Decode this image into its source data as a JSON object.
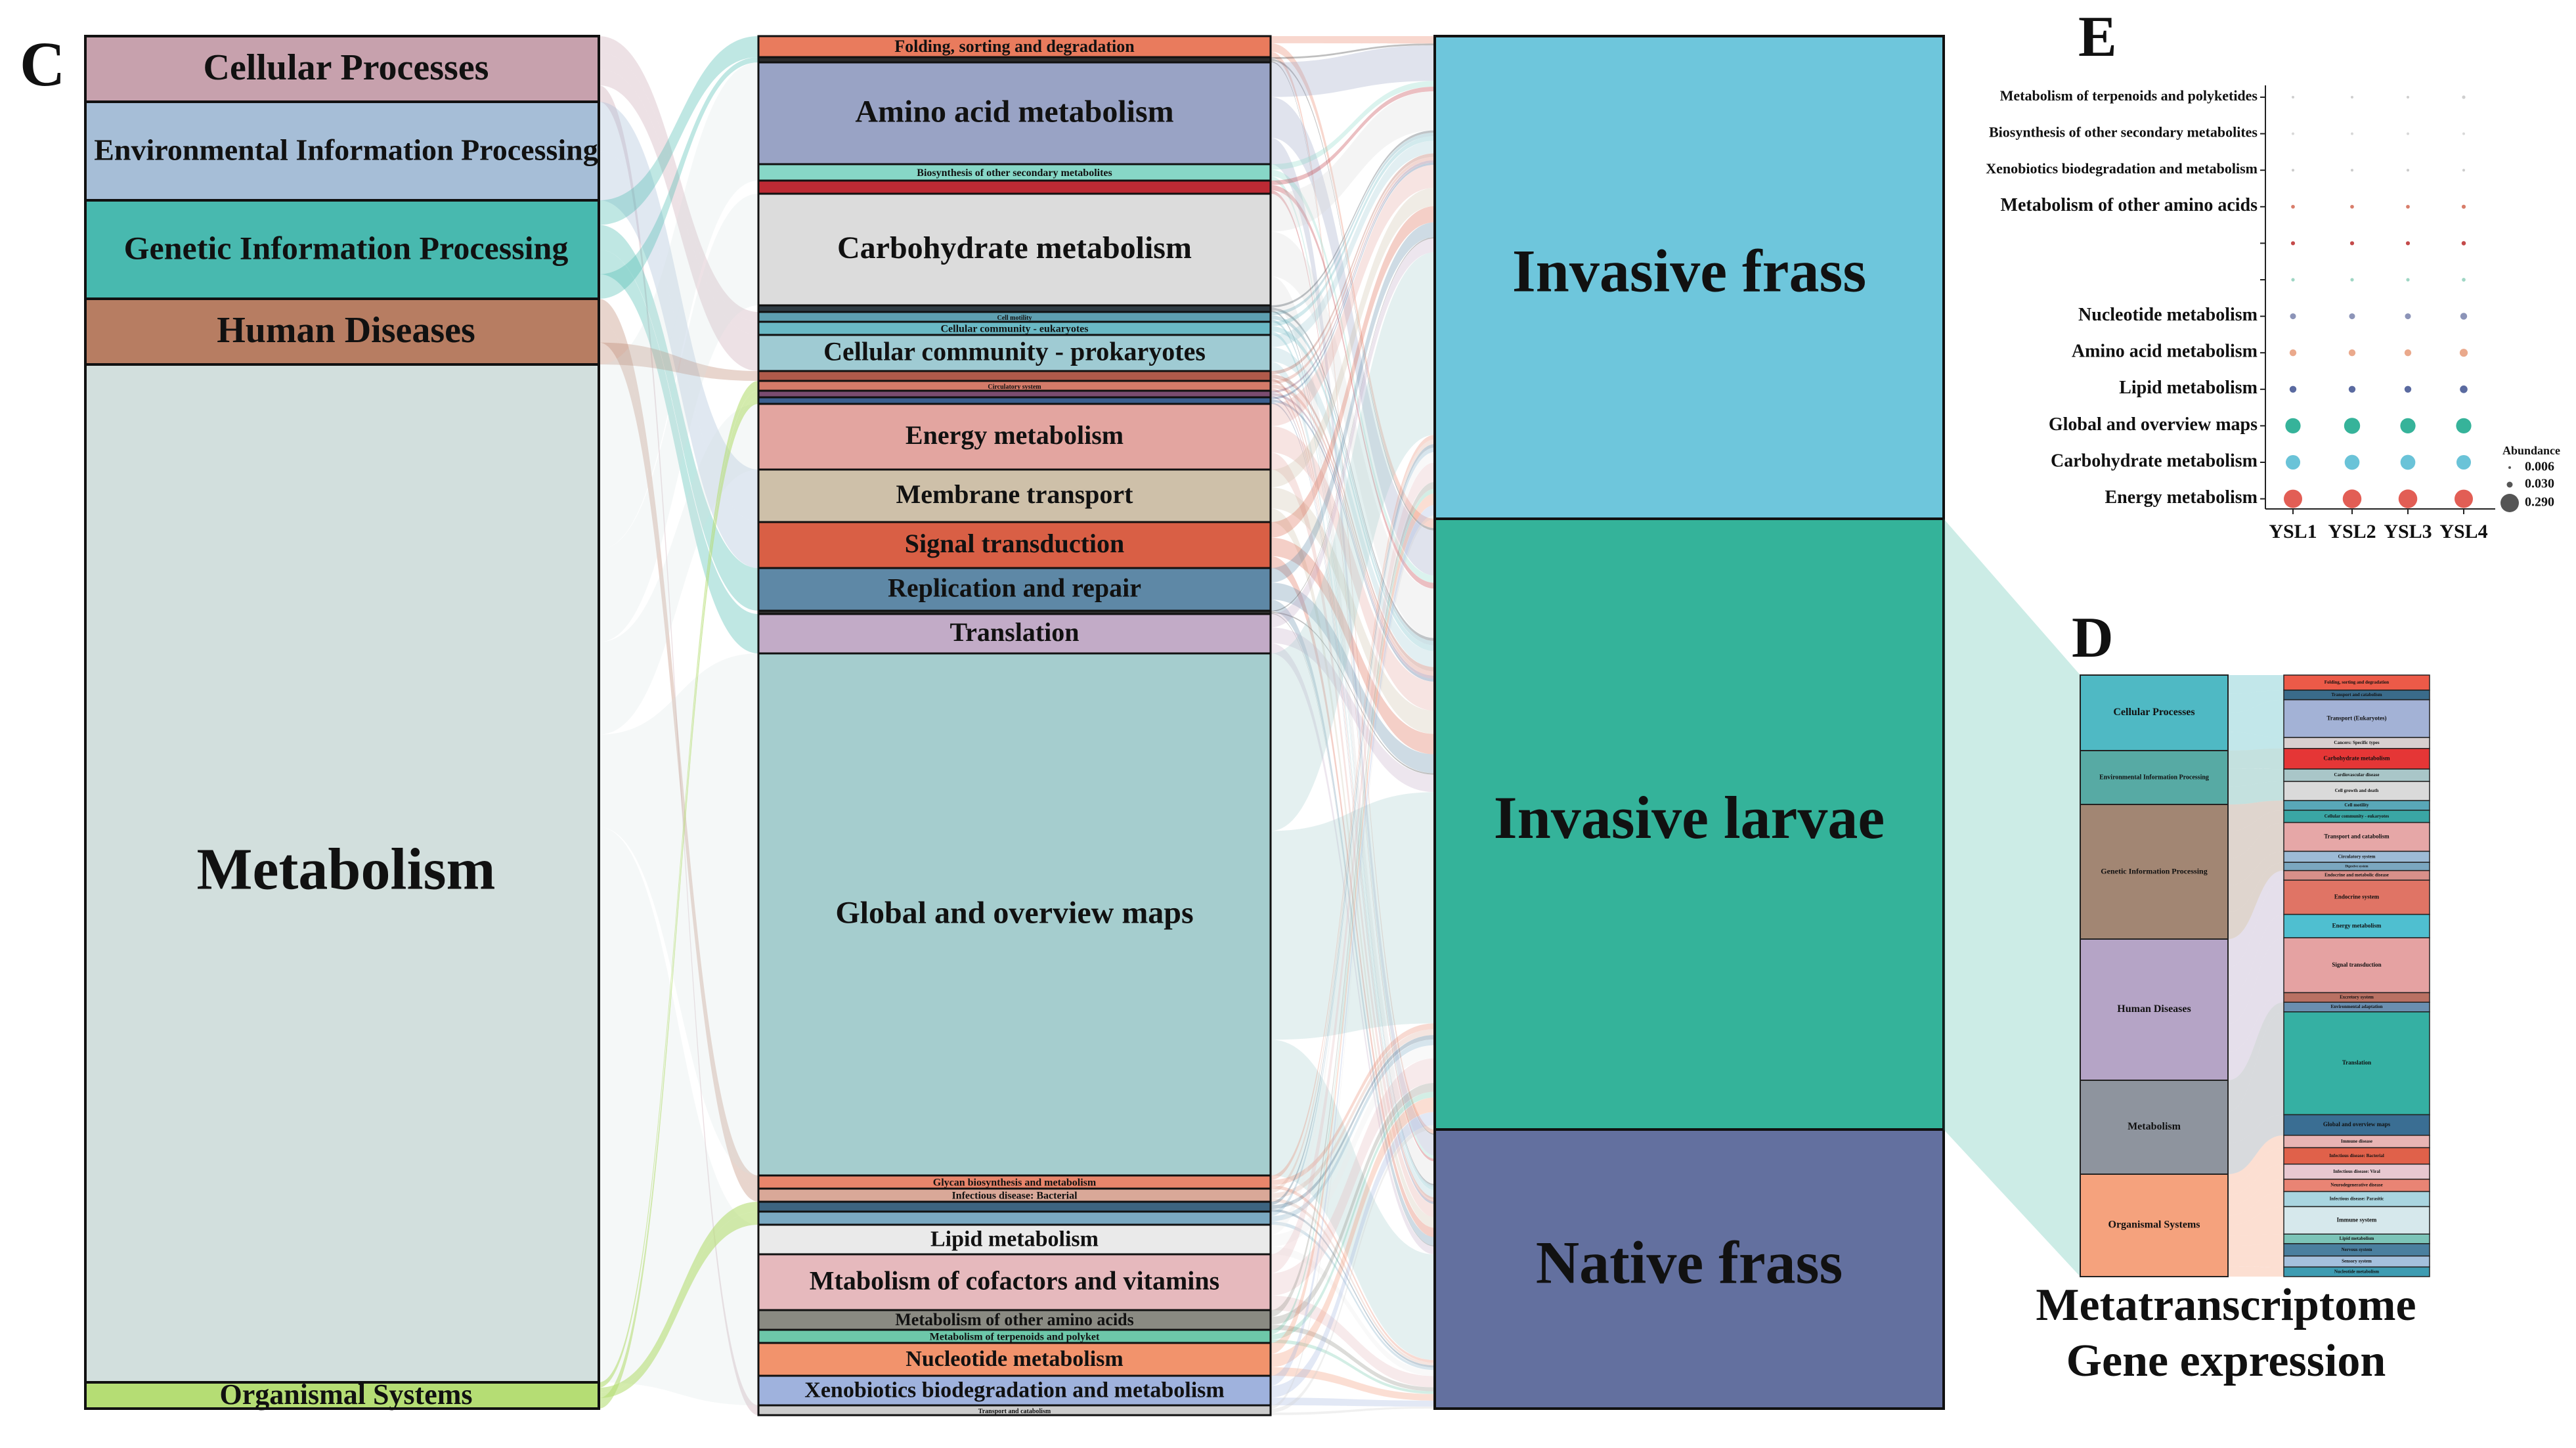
{
  "panel_c": {
    "letter": "C",
    "left_nodes": [
      {
        "id": "cp",
        "label": "Cellular Processes",
        "color": "#c7a1ad"
      },
      {
        "id": "eip",
        "label": "Environmental Information Processing",
        "color": "#a6bed7"
      },
      {
        "id": "gip",
        "label": "Genetic Information Processing",
        "color": "#48b9af"
      },
      {
        "id": "hd",
        "label": "Human Diseases",
        "color": "#b77d62"
      },
      {
        "id": "met",
        "label": "Metabolism",
        "color": "#d2dfdd"
      },
      {
        "id": "os",
        "label": "Organismal Systems",
        "color": "#b5dd74"
      }
    ],
    "middle_nodes": [
      {
        "label": "Folding, sorting and degradation",
        "color": "#e97b5d"
      },
      {
        "label": "",
        "color": "#2b2b2b"
      },
      {
        "label": "Amino acid metabolism",
        "color": "#99a3c5"
      },
      {
        "label": "Biosynthesis of other secondary metabolites",
        "color": "#87d7c7"
      },
      {
        "label": "",
        "color": "#bd2a34"
      },
      {
        "label": "Carbohydrate metabolism",
        "color": "#dcdcdc"
      },
      {
        "label": "",
        "color": "#2f3c44"
      },
      {
        "label": "Cell motility",
        "color": "#5e9fb0"
      },
      {
        "label": "Cellular community - eukaryotes",
        "color": "#6ab9c5"
      },
      {
        "label": "Cellular community - prokaryotes",
        "color": "#9fcbd3"
      },
      {
        "label": "",
        "color": "#b05a4a"
      },
      {
        "label": "Circulatory system",
        "color": "#d47b69"
      },
      {
        "label": "",
        "color": "#7a4c70"
      },
      {
        "label": "",
        "color": "#3b5f8f"
      },
      {
        "label": "Energy metabolism",
        "color": "#e3a5a0"
      },
      {
        "label": "Membrane transport",
        "color": "#cec0a9"
      },
      {
        "label": "Signal transduction",
        "color": "#d95f45"
      },
      {
        "label": "Replication and repair",
        "color": "#5e88a6"
      },
      {
        "label": "",
        "color": "#333333"
      },
      {
        "label": "Translation",
        "color": "#c2abc7"
      },
      {
        "label": "Global and overview maps",
        "color": "#a5cdce"
      },
      {
        "label": "Glycan biosynthesis and metabolism",
        "color": "#e8856b"
      },
      {
        "label": "Infectious disease: Bacterial",
        "color": "#d9a898"
      },
      {
        "label": "",
        "color": "#3d6480"
      },
      {
        "label": "",
        "color": "#7aa9c2"
      },
      {
        "label": "Lipid metabolism",
        "color": "#eaeaea"
      },
      {
        "label": "Mtabolism of cofactors and vitamins",
        "color": "#e6b9bd"
      },
      {
        "label": "Metabolism of other amino acids",
        "color": "#8a8a82"
      },
      {
        "label": "Metabolism of terpenoids and polyket",
        "color": "#6dc7a9"
      },
      {
        "label": "Nucleotide metabolism",
        "color": "#f2936c"
      },
      {
        "label": "Xenobiotics biodegradation and metabolism",
        "color": "#9fb2dd"
      },
      {
        "label": "Transport and catabolism",
        "color": "#cccccc"
      }
    ],
    "right_nodes": [
      {
        "label": "Invasive frass",
        "color": "#6ec6dc"
      },
      {
        "label": "Invasive larvae",
        "color": "#34b39a"
      },
      {
        "label": "Native frass",
        "color": "#63709f"
      }
    ]
  },
  "panel_e": {
    "letter": "E",
    "rows": [
      "Metabolism of terpenoids and polyketides",
      "Biosynthesis of other secondary metabolites",
      "Xenobiotics biodegradation and metabolism",
      "Metabolism of other amino acids",
      "",
      "",
      "Nucleotide metabolism",
      "Amino acid metabolism",
      "Lipid metabolism",
      "Global and overview maps",
      "Carbohydrate metabolism",
      "Energy metabolism"
    ],
    "columns": [
      "YSL1",
      "YSL2",
      "YSL3",
      "YSL4"
    ],
    "row_colors": [
      "#cfcfcf",
      "#d8d8d8",
      "#cccccc",
      "#d87d6a",
      "#c44a4a",
      "#9fd6c4",
      "#8c94b8",
      "#eaa98c",
      "#5a6aa0",
      "#36b39a",
      "#6ac3d8",
      "#e25e55"
    ],
    "sizes": [
      [
        0.006,
        0.006,
        0.006,
        0.01
      ],
      [
        0.005,
        0.005,
        0.005,
        0.005
      ],
      [
        0.006,
        0.006,
        0.006,
        0.006
      ],
      [
        0.012,
        0.012,
        0.012,
        0.014
      ],
      [
        0.014,
        0.014,
        0.014,
        0.016
      ],
      [
        0.01,
        0.01,
        0.01,
        0.012
      ],
      [
        0.03,
        0.03,
        0.03,
        0.04
      ],
      [
        0.04,
        0.04,
        0.04,
        0.055
      ],
      [
        0.04,
        0.04,
        0.04,
        0.05
      ],
      [
        0.2,
        0.22,
        0.2,
        0.2
      ],
      [
        0.18,
        0.19,
        0.19,
        0.18
      ],
      [
        0.29,
        0.3,
        0.3,
        0.29
      ]
    ],
    "legend_title": "Abundance",
    "legend_values": [
      "0.006",
      "0.030",
      "0.290"
    ]
  },
  "panel_d": {
    "letter": "D",
    "left_nodes": [
      {
        "label": "Cellular Processes",
        "color": "#4fb9c4"
      },
      {
        "label": "Environmental Information Processing",
        "color": "#57aaa4"
      },
      {
        "label": "Genetic Information Processing",
        "color": "#a28673"
      },
      {
        "label": "Human Diseases",
        "color": "#b5a4c6"
      },
      {
        "label": "Metabolism",
        "color": "#8e949e"
      },
      {
        "label": "Organismal Systems",
        "color": "#f5a27d"
      }
    ],
    "right_nodes": [
      {
        "label": "Folding, sorting and degradation",
        "color": "#ec5a48"
      },
      {
        "label": "Transport and catabolism",
        "color": "#3a6b8a"
      },
      {
        "label": "Transport (Eukaryotes)",
        "color": "#a3b2d6"
      },
      {
        "label": "Cancers: Specific types",
        "color": "#d8cfcf"
      },
      {
        "label": "Carbohydrate metabolism",
        "color": "#e53636"
      },
      {
        "label": "Cardiovascular disease",
        "color": "#a9c6c8"
      },
      {
        "label": "Cell growth and death",
        "color": "#dadada"
      },
      {
        "label": "Cell motility",
        "color": "#59a7b8"
      },
      {
        "label": "Cellular community - eukaryotes",
        "color": "#3aa6a4"
      },
      {
        "label": "Transport and catabolism",
        "color": "#e6a7a7"
      },
      {
        "label": "Circulatory system",
        "color": "#9dbbd6"
      },
      {
        "label": "Digestive system",
        "color": "#7ba7c0"
      },
      {
        "label": "Endocrine and metabolic disease",
        "color": "#d8908a"
      },
      {
        "label": "Endocrine system",
        "color": "#e07465"
      },
      {
        "label": "Energy metabolism",
        "color": "#4fbfd0"
      },
      {
        "label": "Signal transduction",
        "color": "#e5a2a2"
      },
      {
        "label": "Excretory system",
        "color": "#b97163"
      },
      {
        "label": "Environmental adaptation",
        "color": "#6a8fb0"
      },
      {
        "label": "Translation",
        "color": "#35b0a3"
      },
      {
        "label": "Global and overview maps",
        "color": "#3a6e93"
      },
      {
        "label": "Immune disease",
        "color": "#e8b4b4"
      },
      {
        "label": "Infectious disease: Bacterial",
        "color": "#e0614a"
      },
      {
        "label": "Infectious disease: Viral",
        "color": "#e8c8d0"
      },
      {
        "label": "Neurodegenerative disease",
        "color": "#e98474"
      },
      {
        "label": "Infectious disease: Parasitic",
        "color": "#a9d5e0"
      },
      {
        "label": "Immune system",
        "color": "#d6e8ec"
      },
      {
        "label": "Lipid metabolism",
        "color": "#7cc4b8"
      },
      {
        "label": "Nervous system",
        "color": "#4a7f9f"
      },
      {
        "label": "Sensory system",
        "color": "#a4c0dd"
      },
      {
        "label": "Nucleotide metabolism",
        "color": "#3e9cb2"
      }
    ],
    "caption_line1": "Metatranscriptome",
    "caption_line2": "Gene expression"
  }
}
